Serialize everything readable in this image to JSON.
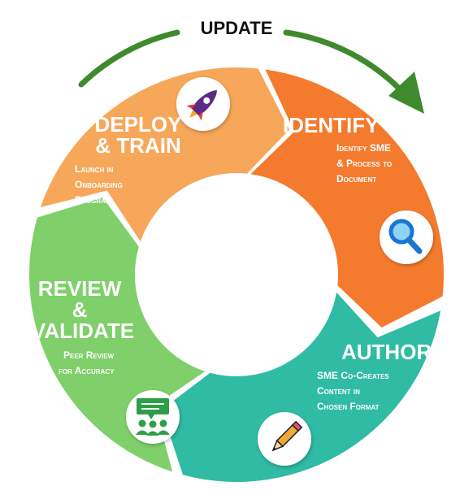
{
  "top_label": "UPDATE",
  "colors": {
    "update_arrow": "#3f8a2c",
    "identify": "#f47a2e",
    "author": "#2fbba4",
    "review": "#7fcf6a",
    "deploy": "#f7a75a"
  },
  "segments": {
    "identify": {
      "title": "IDENTIFY",
      "desc": [
        "Identify SME",
        "& Process to",
        "Document"
      ],
      "icon": "magnifier-icon"
    },
    "author": {
      "title": "AUTHOR",
      "desc": [
        "SME Co-Creates",
        "Content in",
        "Chosen Format"
      ],
      "icon": "pencil-icon"
    },
    "review": {
      "title": [
        "REVIEW",
        "&",
        "VALIDATE"
      ],
      "desc": [
        "Peer Review",
        "for Accuracy"
      ],
      "icon": "team-discussion-icon"
    },
    "deploy": {
      "title": [
        "DEPLOY",
        "& TRAIN"
      ],
      "desc": [
        "Launch in",
        "Onboarding",
        "Program"
      ],
      "icon": "rocket-icon"
    }
  }
}
